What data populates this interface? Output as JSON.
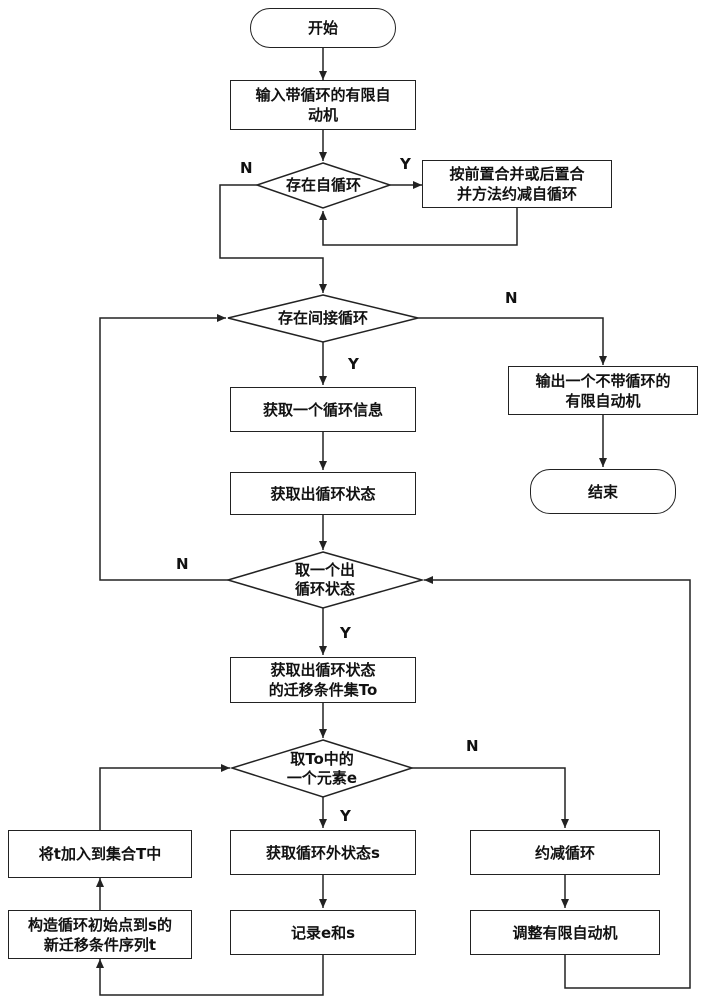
{
  "nodes": {
    "start": "开始",
    "input": "输入带循环的有限自\n动机",
    "self_loop_check": "存在自循环",
    "reduce_self": "按前置合并或后置合\n并方法约减自循环",
    "indirect_check": "存在间接循环",
    "output": "输出一个不带循环的\n有限自动机",
    "end": "结束",
    "get_loop_info": "获取一个循环信息",
    "get_exit_states": "获取出循环状态",
    "take_exit_state": "取一个出\n循环状态",
    "get_transitions": "获取出循环状态\n的迁移条件集To",
    "take_element": "取To中的\n一个元素e",
    "add_to_set": "将t加入到集合T中",
    "get_outside_state": "获取循环外状态s",
    "reduce_loop": "约减循环",
    "construct_seq": "构造循环初始点到s的\n新迁移条件序列t",
    "record": "记录e和s",
    "adjust": "调整有限自动机"
  },
  "edge_labels": {
    "self_loop_yes": "Y",
    "self_loop_no": "N",
    "indirect_yes": "Y",
    "indirect_no": "N",
    "exit_state_yes": "Y",
    "exit_state_no": "N",
    "element_yes": "Y",
    "element_no": "N"
  }
}
